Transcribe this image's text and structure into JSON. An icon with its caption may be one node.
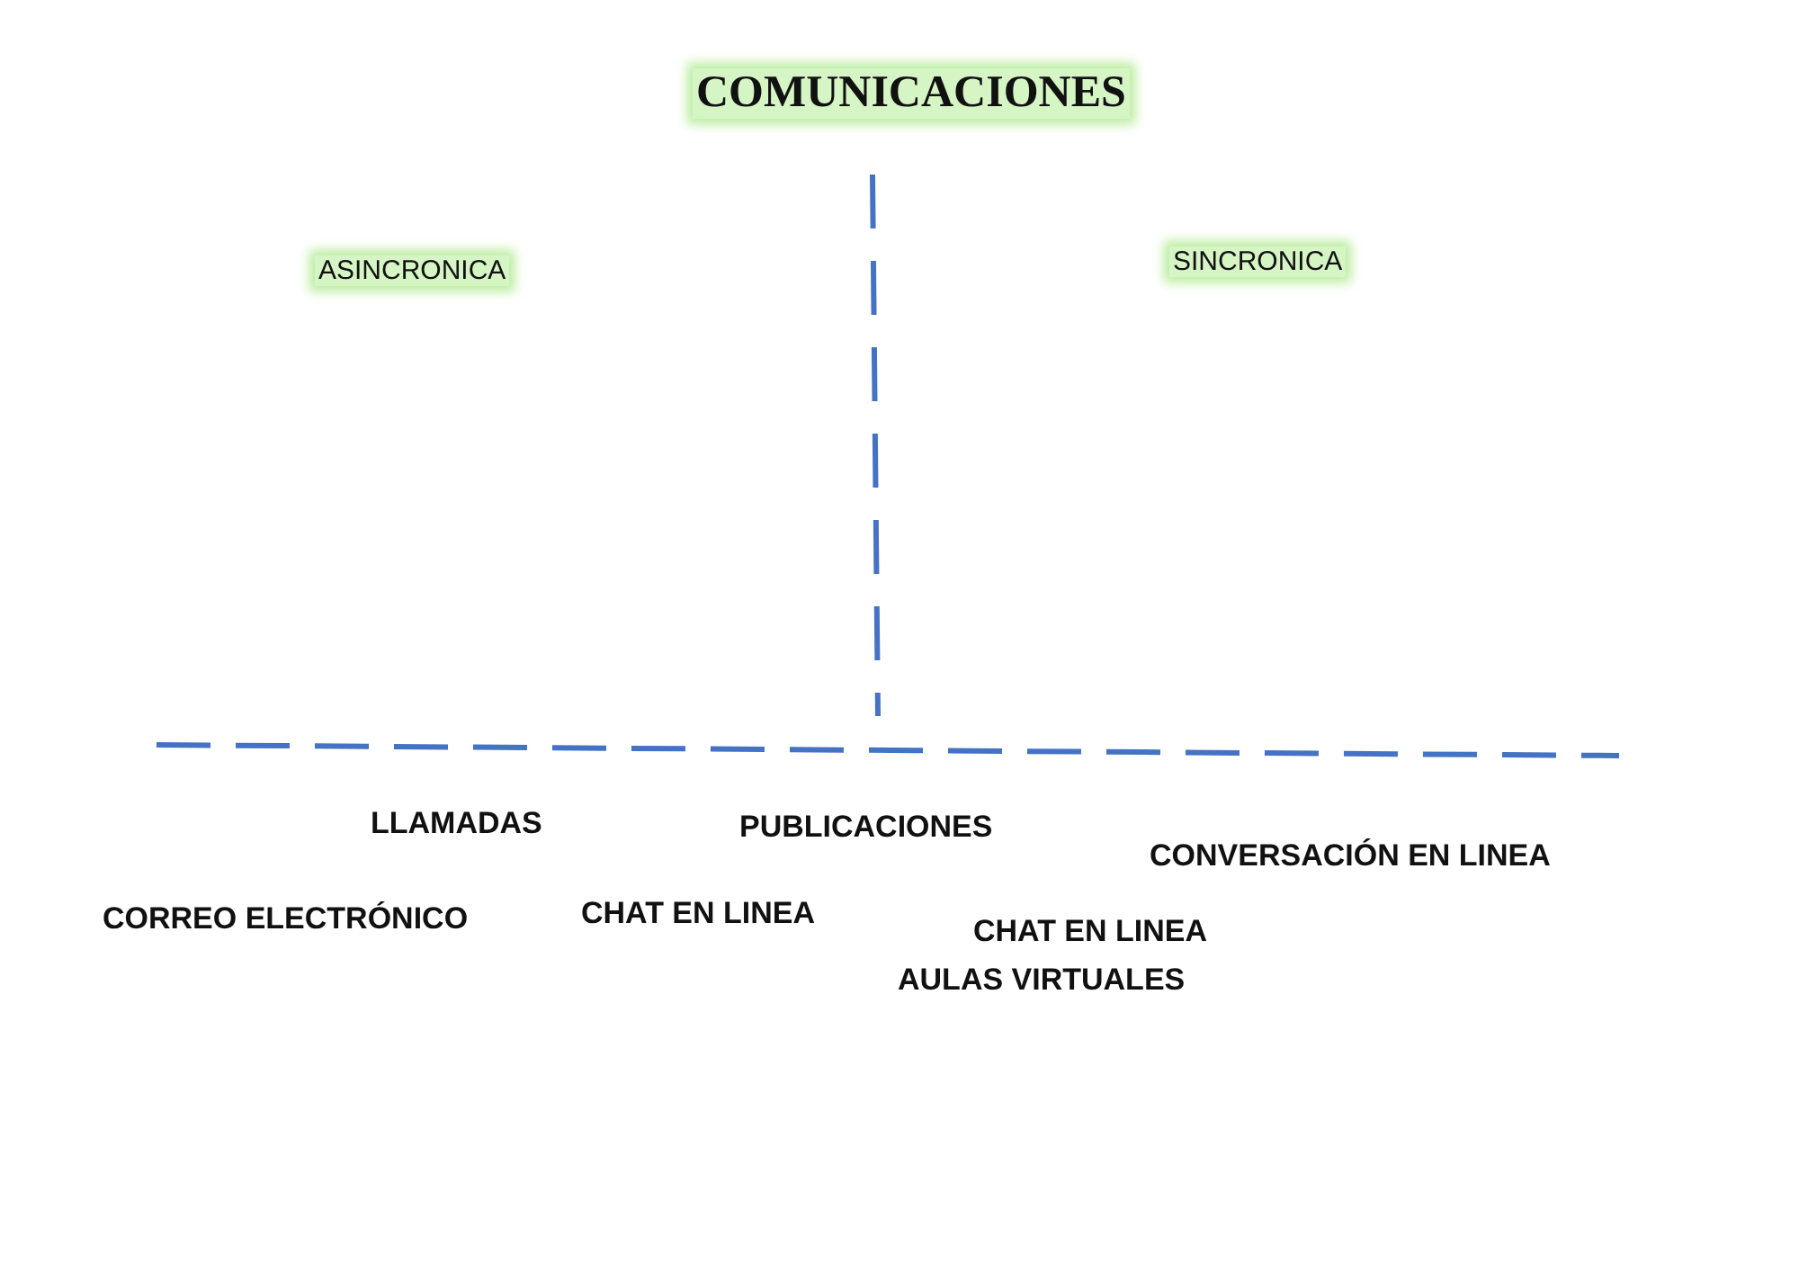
{
  "diagram": {
    "title": "COMUNICACIONES",
    "labels": [
      "ASINCRONICA",
      "SINCRONICA",
      "LLAMADAS",
      "PUBLICACIONES",
      "CONVERSACIÓN EN LINEA",
      "CHAT EN LINEA",
      "CORREO ELECTRÓNICO",
      "CHAT EN LINEA",
      "AULAS VIRTUALES"
    ]
  }
}
